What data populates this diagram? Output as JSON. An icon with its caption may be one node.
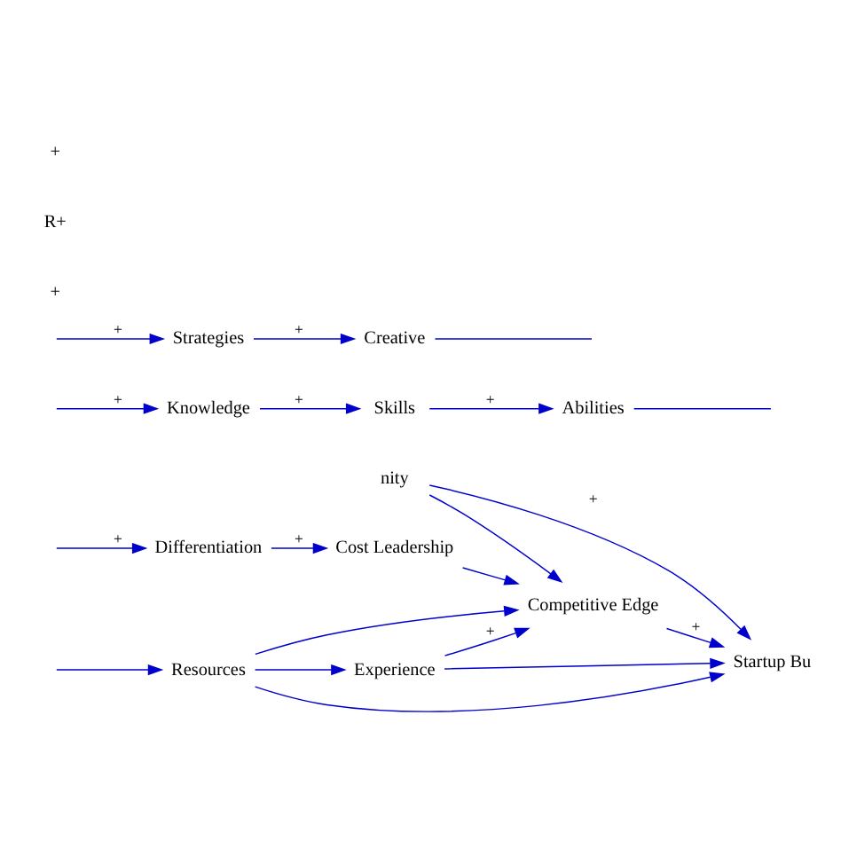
{
  "diagram": {
    "nodes": [
      {
        "text": [
          "Experience"
        ]
      },
      {
        "text": [
          "Resources"
        ]
      },
      {
        "text": [
          "Startup Bu"
        ]
      },
      {
        "text": [
          "Competitive Edge"
        ]
      },
      {
        "text": [
          "nity"
        ]
      },
      {
        "text": [
          "Cost Leadership"
        ]
      },
      {
        "text": [
          "Knowledge"
        ]
      },
      {
        "text": [
          "Differentiation"
        ]
      },
      {
        "text": [
          "Skills"
        ]
      },
      {
        "text": [
          "Abilities"
        ]
      },
      {
        "text": [
          "Strategies"
        ]
      },
      {
        "text": [
          "Creative"
        ]
      }
    ],
    "edges": [
      {
        "from": null,
        "to": 1,
        "arrow": "to",
        "color": "#0000cc"
      },
      {
        "from": 1,
        "to": 0,
        "arrow": "to",
        "color": "#0000cc"
      },
      {
        "from": 0,
        "to": 2,
        "arrow": "to",
        "color": "#0000cc"
      },
      {
        "from": 0,
        "to": 3,
        "arrow": "to",
        "label": "+",
        "color": "#0000cc"
      },
      {
        "from": 1,
        "to": 2,
        "arrow": "to",
        "color": "#0000cc"
      },
      {
        "from": 1,
        "to": 3,
        "arrow": "to",
        "color": "#0000cc"
      },
      {
        "from": 3,
        "to": 2,
        "arrow": "to",
        "label": "+",
        "color": "#0000cc"
      },
      {
        "from": 4,
        "to": 3,
        "arrow": "to",
        "color": "#0000cc"
      },
      {
        "from": 4,
        "to": 2,
        "arrow": "to",
        "label": "+",
        "color": "#0000cc"
      },
      {
        "from": 5,
        "to": 3,
        "arrow": "to",
        "color": "#0000cc"
      },
      {
        "from": 7,
        "to": 5,
        "arrow": "to",
        "label": "+",
        "color": "#0000cc"
      },
      {
        "from": null,
        "to": 6,
        "arrow": "to",
        "label": "+",
        "color": "#0000cc"
      },
      {
        "from": null,
        "to": 7,
        "arrow": "to",
        "label": "+",
        "color": "#0000cc"
      },
      {
        "from": 6,
        "to": 8,
        "arrow": "to",
        "label": "+",
        "color": "#0000cc"
      },
      {
        "from": 8,
        "to": 9,
        "arrow": "to",
        "label": "+",
        "color": "#0000cc"
      },
      {
        "from": 9,
        "to": null,
        "arrow": "none",
        "color": "#0000cc"
      },
      {
        "from": null,
        "to": 10,
        "arrow": "to",
        "label": "+",
        "color": "#0000cc"
      },
      {
        "from": 10,
        "to": 11,
        "arrow": "to",
        "label": "+",
        "color": "#0000cc"
      },
      {
        "from": 11,
        "to": null,
        "arrow": "none",
        "color": "#0000cc"
      }
    ],
    "labels": [
      "+",
      "R+",
      "+"
    ]
  }
}
